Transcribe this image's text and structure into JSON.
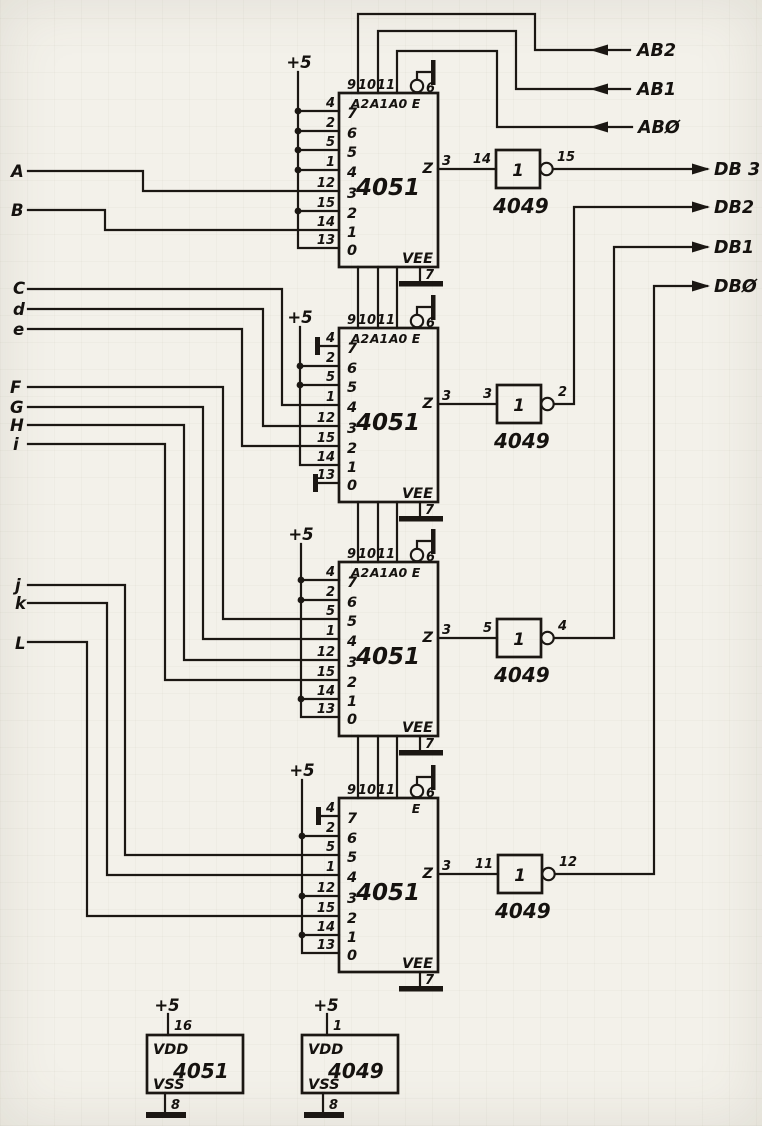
{
  "schematic": {
    "supply": "+5",
    "inputs": [
      "A",
      "B",
      "C",
      "d",
      "e",
      "F",
      "G",
      "H",
      "i",
      "j",
      "k",
      "L"
    ],
    "address_lines": [
      "AB2",
      "AB1",
      "ABØ"
    ],
    "data_lines": [
      "DB 3",
      "DB2",
      "DB1",
      "DBØ"
    ],
    "mux": {
      "part": "4051",
      "select": [
        "A2",
        "A1",
        "A0"
      ],
      "enable": "E",
      "select_pins": [
        "9",
        "10",
        "11"
      ],
      "enable_pin": "6",
      "out": "Z",
      "out_pin": "3",
      "vee": "VEE",
      "vee_pin": "7",
      "channels": [
        "7",
        "6",
        "5",
        "4",
        "3",
        "2",
        "1",
        "0"
      ],
      "channel_pins": [
        "4",
        "2",
        "5",
        "1",
        "12",
        "15",
        "14",
        "13"
      ]
    },
    "inverter": {
      "part": "4049",
      "gate": "1"
    },
    "inverter_pins": [
      {
        "in": "14",
        "out": "15"
      },
      {
        "in": "3",
        "out": "2"
      },
      {
        "in": "5",
        "out": "4"
      },
      {
        "in": "11",
        "out": "12"
      }
    ],
    "power": {
      "mux_part": "4051",
      "inv_part": "4049",
      "vdd": "VDD",
      "vss": "VSS",
      "mux_vdd_pin": "16",
      "mux_vss_pin": "8",
      "inv_vdd_pin": "1",
      "inv_vss_pin": "8"
    }
  }
}
